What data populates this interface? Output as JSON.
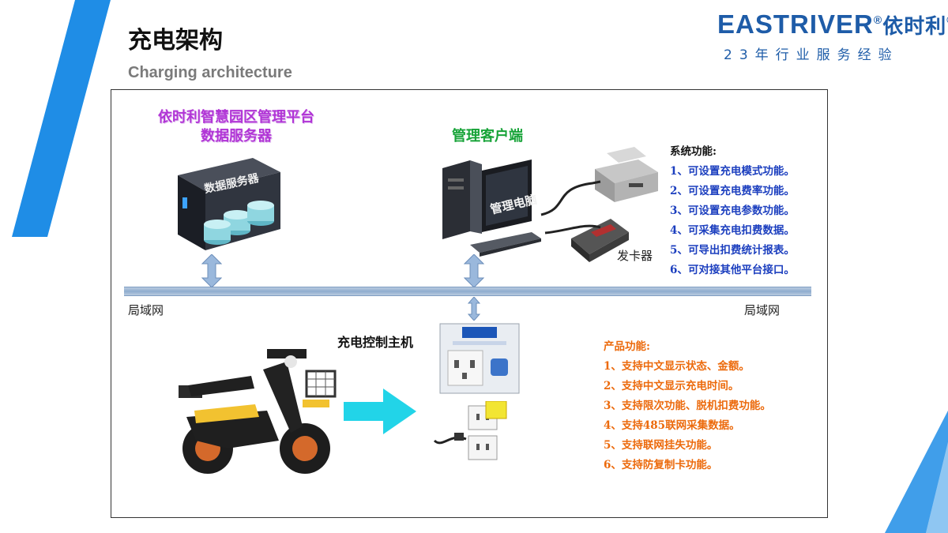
{
  "header": {
    "title": "充电架构",
    "subtitle": "Charging architecture"
  },
  "logo": {
    "brand": "EASTRIVER",
    "brand_cn": "依时利",
    "registered": "®",
    "tagline": "23年行业服务经验"
  },
  "diagram": {
    "server_title_line1": "依时利智慧园区管理平台",
    "server_title_line2": "数据服务器",
    "server_label": "数据服务器",
    "client_title": "管理客户端",
    "pc_screen_label": "管理电脑",
    "card_reader_label": "发卡器",
    "lan_left": "局域网",
    "lan_right": "局域网",
    "host_label": "充电控制主机",
    "system_functions": {
      "title": "系统功能:",
      "items": [
        "1、可设置充电模式功能。",
        "2、可设置充电费率功能。",
        "3、可设置充电参数功能。",
        "4、可采集充电扣费数据。",
        "5、可导出扣费统计报表。",
        "6、可对接其他平台接口。"
      ]
    },
    "product_functions": {
      "title": "产品功能:",
      "items": [
        "1、支持中文显示状态、金额。",
        "2、支持中文显示充电时间。",
        "3、支持限次功能、脱机扣费功能。",
        "4、支持485联网采集数据。",
        "5、支持联网挂失功能。",
        "6、支持防复制卡功能。"
      ]
    }
  },
  "colors": {
    "brand_blue": "#1e5ca8",
    "stripe_blue": "#1f8de6",
    "server_title": "#b135d6",
    "client_title": "#17a338",
    "system_text": "#1c3fbf",
    "product_text": "#ec6a0c",
    "flow_arrow": "#22d4e8"
  }
}
